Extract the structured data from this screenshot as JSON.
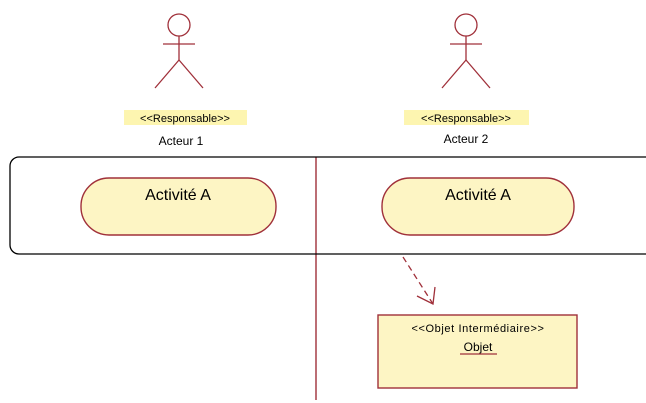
{
  "colors": {
    "actor_stroke": "#a0303a",
    "node_fill": "#fdf5c4",
    "node_stroke": "#a0303a",
    "stereotype_bg": "#fdf5b0",
    "swimlane_border": "#000000",
    "divider": "#a0303a",
    "dependency": "#a0303a"
  },
  "actors": [
    {
      "stereotype": "<<Responsable>>",
      "name": "Acteur 1",
      "icon": "stick-figure-icon"
    },
    {
      "stereotype": "<<Responsable>>",
      "name": "Acteur 2",
      "icon": "stick-figure-icon"
    }
  ],
  "activities": [
    {
      "label": "Activité A"
    },
    {
      "label": "Activité A"
    }
  ],
  "object_node": {
    "stereotype": "<<Objet Intermédiaire>>",
    "name": "Objet"
  }
}
